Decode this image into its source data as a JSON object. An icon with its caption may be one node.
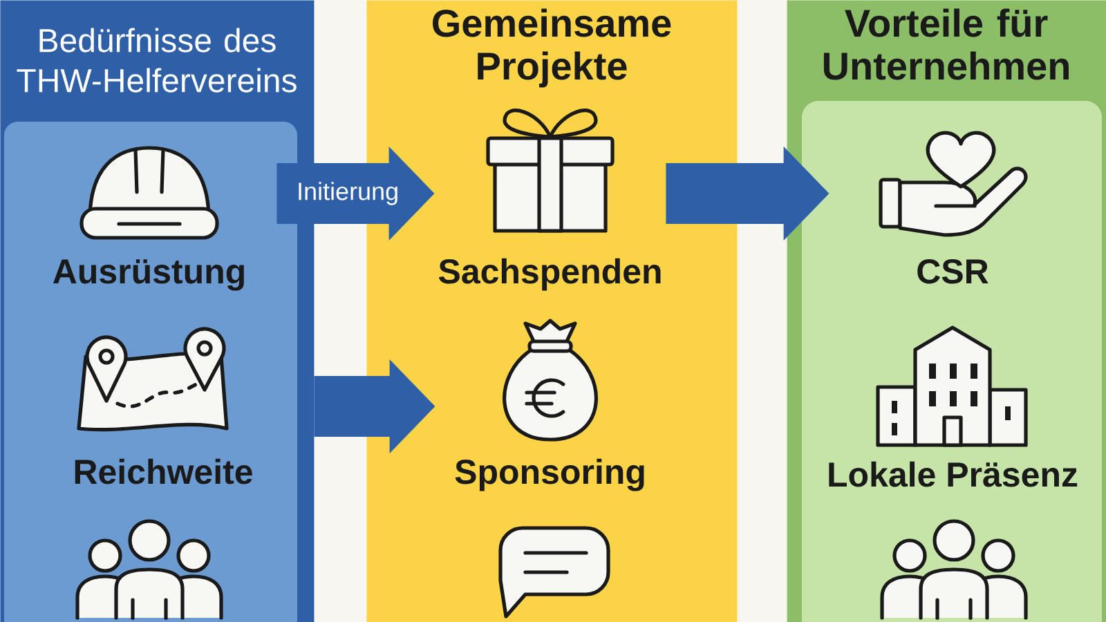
{
  "diagram": {
    "nodes": [
      {
        "text": [
          "Bedürfnisse des THW-Helfervereins"
        ]
      },
      {
        "text": [],
        "shape": "box",
        "in": 0
      },
      {
        "text": [
          "Ausrüstung"
        ],
        "in": 1
      },
      {
        "text": [
          "Reichweite"
        ],
        "in": 1
      },
      {
        "text": [],
        "shape": "person",
        "in": 1
      },
      {
        "text": [
          "Gemeinsame Projekte"
        ]
      },
      {
        "text": [
          "Sachspenden"
        ],
        "in": 5
      },
      {
        "text": [
          "Sponsoring"
        ],
        "in": 5
      },
      {
        "text": [],
        "shape": "picture",
        "in": 5
      },
      {
        "text": [
          "Vorteile für Unternehmen"
        ]
      },
      {
        "text": [],
        "shape": "box",
        "in": 9
      },
      {
        "text": [
          "CSR"
        ],
        "in": 10
      },
      {
        "text": [
          "Lokale Präsenz"
        ],
        "in": 10
      },
      {
        "text": [],
        "shape": "person",
        "in": 10
      }
    ],
    "edges": [
      {
        "from": 2,
        "to": 6,
        "arrow": "to",
        "label": "Initierung"
      },
      {
        "from": 6,
        "to": 11,
        "arrow": "to"
      },
      {
        "from": 3,
        "to": 7,
        "arrow": "to"
      }
    ]
  }
}
